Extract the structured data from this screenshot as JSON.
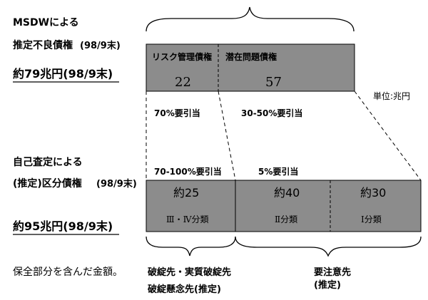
{
  "left_labels": {
    "msdw_line1": "MSDWによる",
    "msdw_line2": "推定不良債権",
    "msdw_date": "(98/9末)",
    "msdw_total": "約79兆円(98/9末)",
    "self_line1": "自己査定による",
    "self_line2": "(推定)区分債権",
    "self_date": "(98/9末)",
    "self_total": "約95兆円(98/9末)",
    "note": "保全部分を含んだ金額。"
  },
  "unit_label": "単位:兆円",
  "top_bar": {
    "segments": [
      {
        "label": "リスク管理債権",
        "value": "22"
      },
      {
        "label": "潜在問題債権",
        "value": "57"
      }
    ]
  },
  "mid_labels": {
    "left_top": "70%要引当",
    "right_top": "30-50%要引当",
    "left_bottom": "70-100%要引当",
    "right_bottom": "5%要引当"
  },
  "bottom_bar": {
    "segments": [
      {
        "value": "約25",
        "category": "Ⅲ・Ⅳ分類"
      },
      {
        "value": "約40",
        "category": "Ⅱ分類"
      },
      {
        "value": "約30",
        "category": "Ⅰ分類"
      }
    ]
  },
  "bottom_captions": {
    "left_line1": "破綻先・実質破綻先",
    "left_line2": "破綻懸念先(推定)",
    "right_line1": "要注意先",
    "right_line2": "(推定)"
  },
  "colors": {
    "bar_fill": "#8c8c8c",
    "stroke": "#000000"
  }
}
